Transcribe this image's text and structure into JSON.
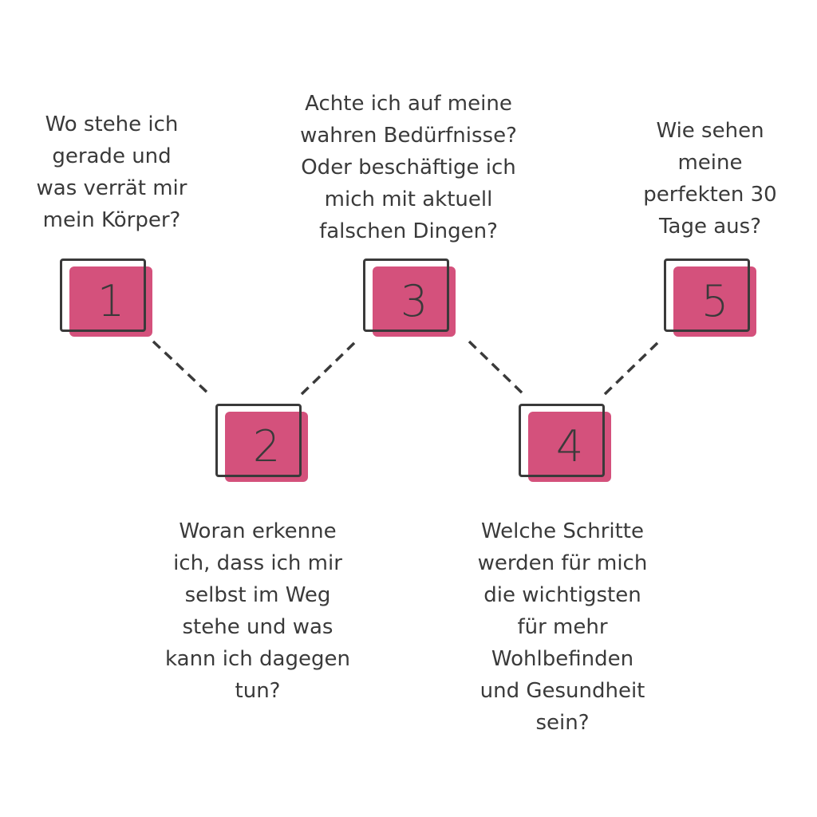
{
  "steps": [
    {
      "number": "1",
      "lines": [
        "Wo stehe ich",
        "gerade und",
        "was verrät mir",
        "mein Körper?"
      ]
    },
    {
      "number": "2",
      "lines": [
        "Woran erkenne",
        "ich, dass ich mir",
        "selbst im Weg",
        "stehe und was",
        "kann ich dagegen",
        "tun?"
      ]
    },
    {
      "number": "3",
      "lines": [
        "Achte ich auf meine",
        "wahren Bedürfnisse?",
        "Oder beschäftige ich",
        "mich mit aktuell",
        "falschen Dingen?"
      ]
    },
    {
      "number": "4",
      "lines": [
        "Welche Schritte",
        "werden für mich",
        "die wichtigsten",
        "für mehr",
        "Wohlbefinden",
        "und Gesundheit",
        "sein?"
      ]
    },
    {
      "number": "5",
      "lines": [
        "Wie sehen",
        "meine",
        "perfekten 30",
        "Tage aus?"
      ]
    }
  ],
  "colors": {
    "accent": "#d4517c",
    "stroke": "#3a3a3a",
    "text": "#3a3a3a",
    "background": "#ffffff"
  }
}
